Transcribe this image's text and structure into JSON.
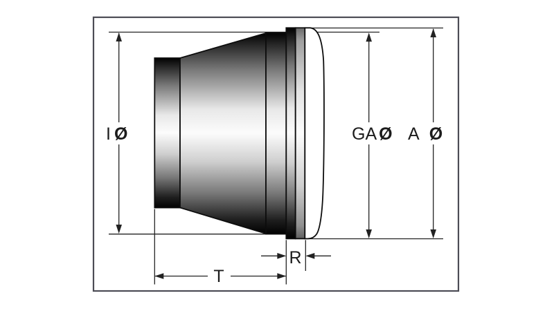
{
  "drawing": {
    "dimension_labels": {
      "inner_diameter": {
        "prefix": "I",
        "symbol": "Ø"
      },
      "glass_diameter": {
        "prefix": "GA",
        "symbol": "Ø"
      },
      "outer_diameter": {
        "prefix": "A",
        "symbol": "Ø"
      },
      "rim_width": "R",
      "housing_depth": "T"
    },
    "colors": {
      "line": "#222222",
      "frame_border": "#4c4c55",
      "metal_shadow": "#000000",
      "metal_highlight": "#fbfbfb",
      "glass_ring": "#d8d8d8",
      "lens_fill": "#ffffff",
      "background": "#ffffff"
    }
  }
}
